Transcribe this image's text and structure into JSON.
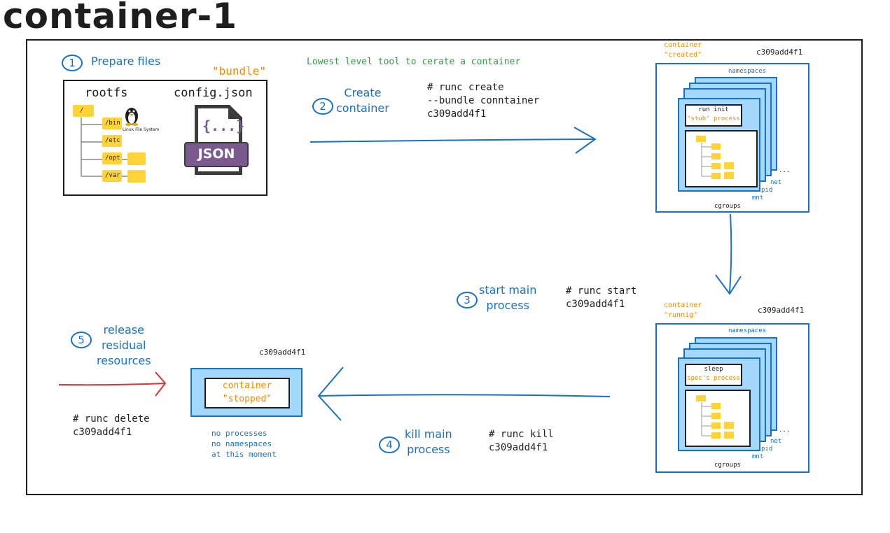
{
  "title": "container-1",
  "header_note": "Lowest level tool to cerate a container",
  "step1": {
    "num": "1",
    "label": "Prepare files"
  },
  "bundle": {
    "tag": "\"bundle\"",
    "rootfs_label": "rootfs",
    "config_label": "config.json",
    "dirs": [
      "/",
      "/bin",
      "/etc",
      "/opt",
      "/var"
    ],
    "linux_caption": "Linux File System",
    "json_badge": "JSON",
    "json_glyph": "{...}"
  },
  "step2": {
    "num": "2",
    "label_line1": "Create",
    "label_line2": "container",
    "cmd_line1": "# runc create",
    "cmd_line2": "--bundle conntainer",
    "cmd_line3": "c309add4f1"
  },
  "created_state": {
    "label_line1": "container",
    "label_line2": "\"created\"",
    "id": "c309add4f1",
    "namespaces": "namespaces",
    "proc_line1": "run init",
    "proc_line2": "\"stub\" process",
    "ns_list": [
      "...",
      "net",
      "pid",
      "mnt"
    ],
    "cgroups": "cgroups"
  },
  "step3": {
    "num": "3",
    "label_line1": "start main",
    "label_line2": "process",
    "cmd_line1": "# runc start",
    "cmd_line2": "c309add4f1"
  },
  "running_state": {
    "label_line1": "container",
    "label_line2": "\"runnig\"",
    "id": "c309add4f1",
    "namespaces": "namespaces",
    "proc_line1": "sleep",
    "proc_line2": "spec's process",
    "ns_list": [
      "...",
      "net",
      "pid",
      "mnt"
    ],
    "cgroups": "cgroups"
  },
  "step4": {
    "num": "4",
    "label_line1": "kill main",
    "label_line2": "process",
    "cmd_line1": "# runc kill",
    "cmd_line2": "c309add4f1"
  },
  "stopped_state": {
    "id": "c309add4f1",
    "label_line1": "container",
    "label_line2": "\"stopped\"",
    "note_line1": "no processes",
    "note_line2": "no namespaces",
    "note_line3": "at this moment"
  },
  "step5": {
    "num": "5",
    "label_line1": "release",
    "label_line2": "residual",
    "label_line3": "resources",
    "cmd_line1": "# runc delete",
    "cmd_line2": "c309add4f1"
  },
  "colors": {
    "blue": "#1971c2",
    "light_blue": "#a5d8ff",
    "orange": "#f08c00",
    "green": "#2f9e44",
    "red": "#e03131",
    "folder": "#ffd43b",
    "json_purple": "#7b5a8f",
    "gray_doc": "#3a3a3a"
  }
}
